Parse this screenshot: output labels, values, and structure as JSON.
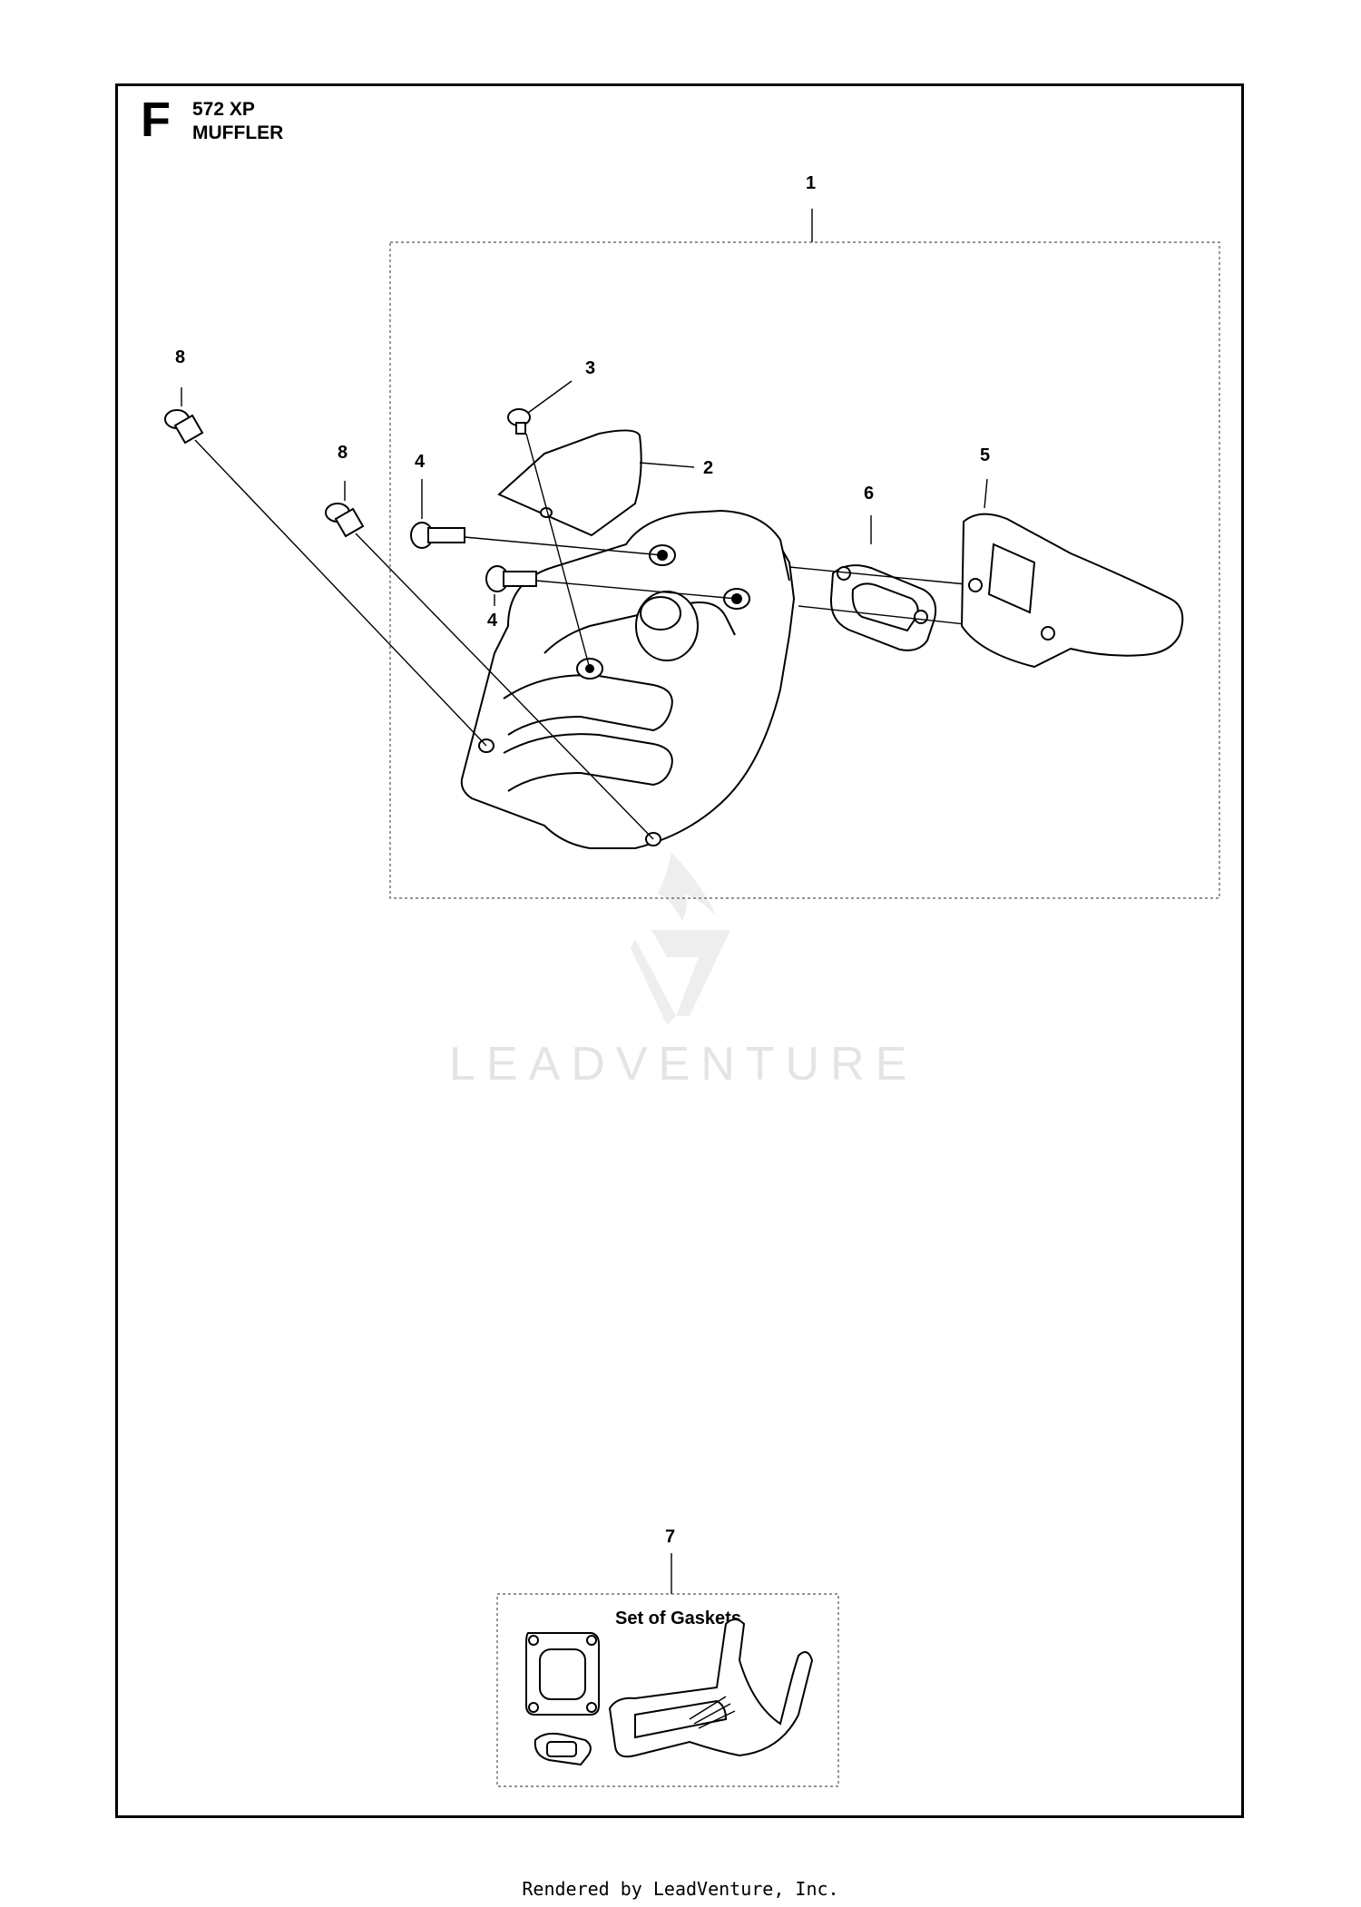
{
  "header": {
    "section_letter": "F",
    "model": "572 XP",
    "title": "MUFFLER"
  },
  "callouts": {
    "c1": "1",
    "c2": "2",
    "c3": "3",
    "c4a": "4",
    "c4b": "4",
    "c5": "5",
    "c6": "6",
    "c7": "7",
    "c8a": "8",
    "c8b": "8"
  },
  "gasket_set": {
    "title": "Set of Gaskets"
  },
  "watermark": {
    "text": "LEADVENTURE"
  },
  "footer": {
    "text": "Rendered by LeadVenture, Inc."
  }
}
